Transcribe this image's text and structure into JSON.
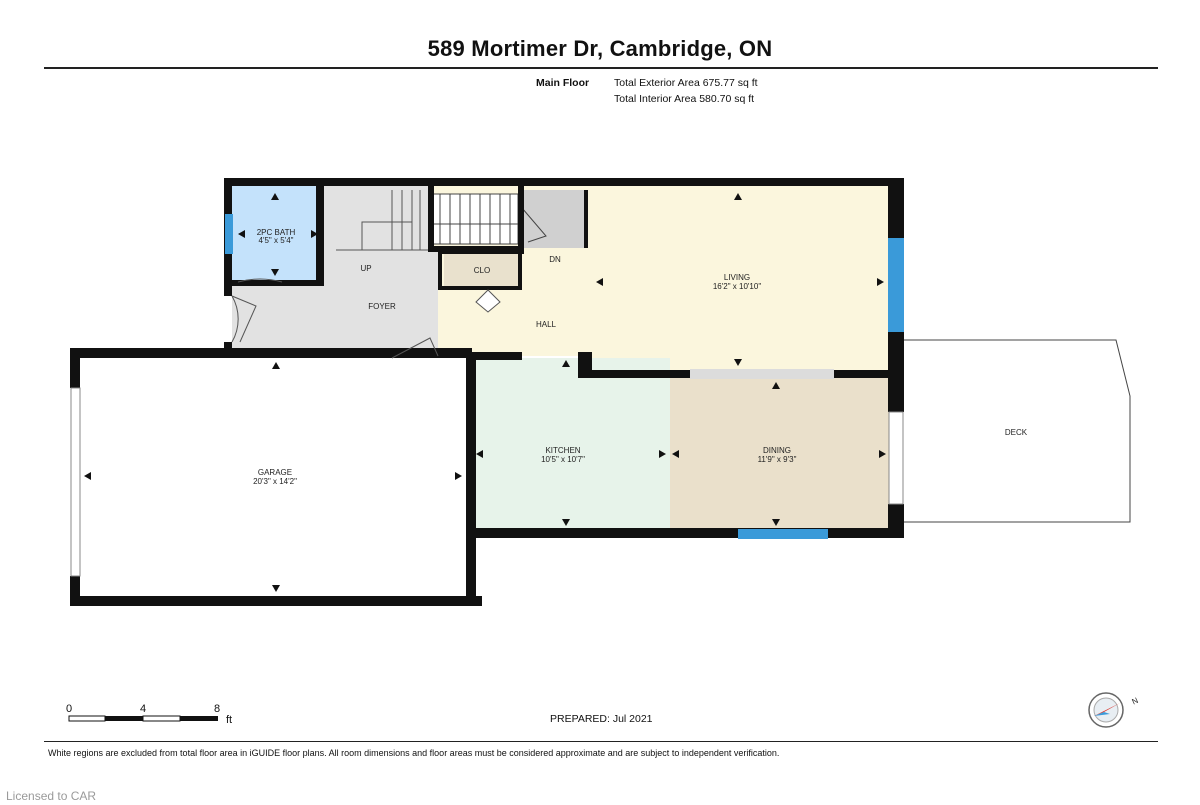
{
  "header": {
    "address": "589 Mortimer Dr, Cambridge, ON",
    "floor_label": "Main Floor",
    "exterior_area": "Total Exterior Area 675.77 sq ft",
    "interior_area": "Total Interior Area 580.70 sq ft"
  },
  "rooms": {
    "bath": {
      "name": "2PC BATH",
      "dims": "4'5\" x 5'4\""
    },
    "closet": {
      "name": "CLO"
    },
    "up": {
      "name": "UP"
    },
    "down": {
      "name": "DN"
    },
    "foyer": {
      "name": "FOYER"
    },
    "hall": {
      "name": "HALL"
    },
    "living": {
      "name": "LIVING",
      "dims": "16'2\" x 10'10\""
    },
    "kitchen": {
      "name": "KITCHEN",
      "dims": "10'5\" x 10'7\""
    },
    "dining": {
      "name": "DINING",
      "dims": "11'9\" x 9'3\""
    },
    "garage": {
      "name": "GARAGE",
      "dims": "20'3\" x 14'2\""
    },
    "deck": {
      "name": "DECK"
    }
  },
  "scale": {
    "ticks": [
      "0",
      "4",
      "8"
    ],
    "unit": "ft"
  },
  "compass": {
    "north_label": "N"
  },
  "footer": {
    "prepared": "PREPARED: Jul 2021",
    "disclaimer": "White regions are excluded from total floor area in iGUIDE floor plans. All room dimensions and floor areas must be considered approximate and are subject to independent verification.",
    "watermark": "Licensed to CAR"
  },
  "colors": {
    "wall": "#111111",
    "window": "#3a9ad9",
    "bath": "#c4e2fb",
    "foyer": "#e2e2e2",
    "hall_living": "#fbf6dd",
    "kitchen": "#e7f3ea",
    "dining": "#eae0cb",
    "closet": "#e9e1cd"
  }
}
